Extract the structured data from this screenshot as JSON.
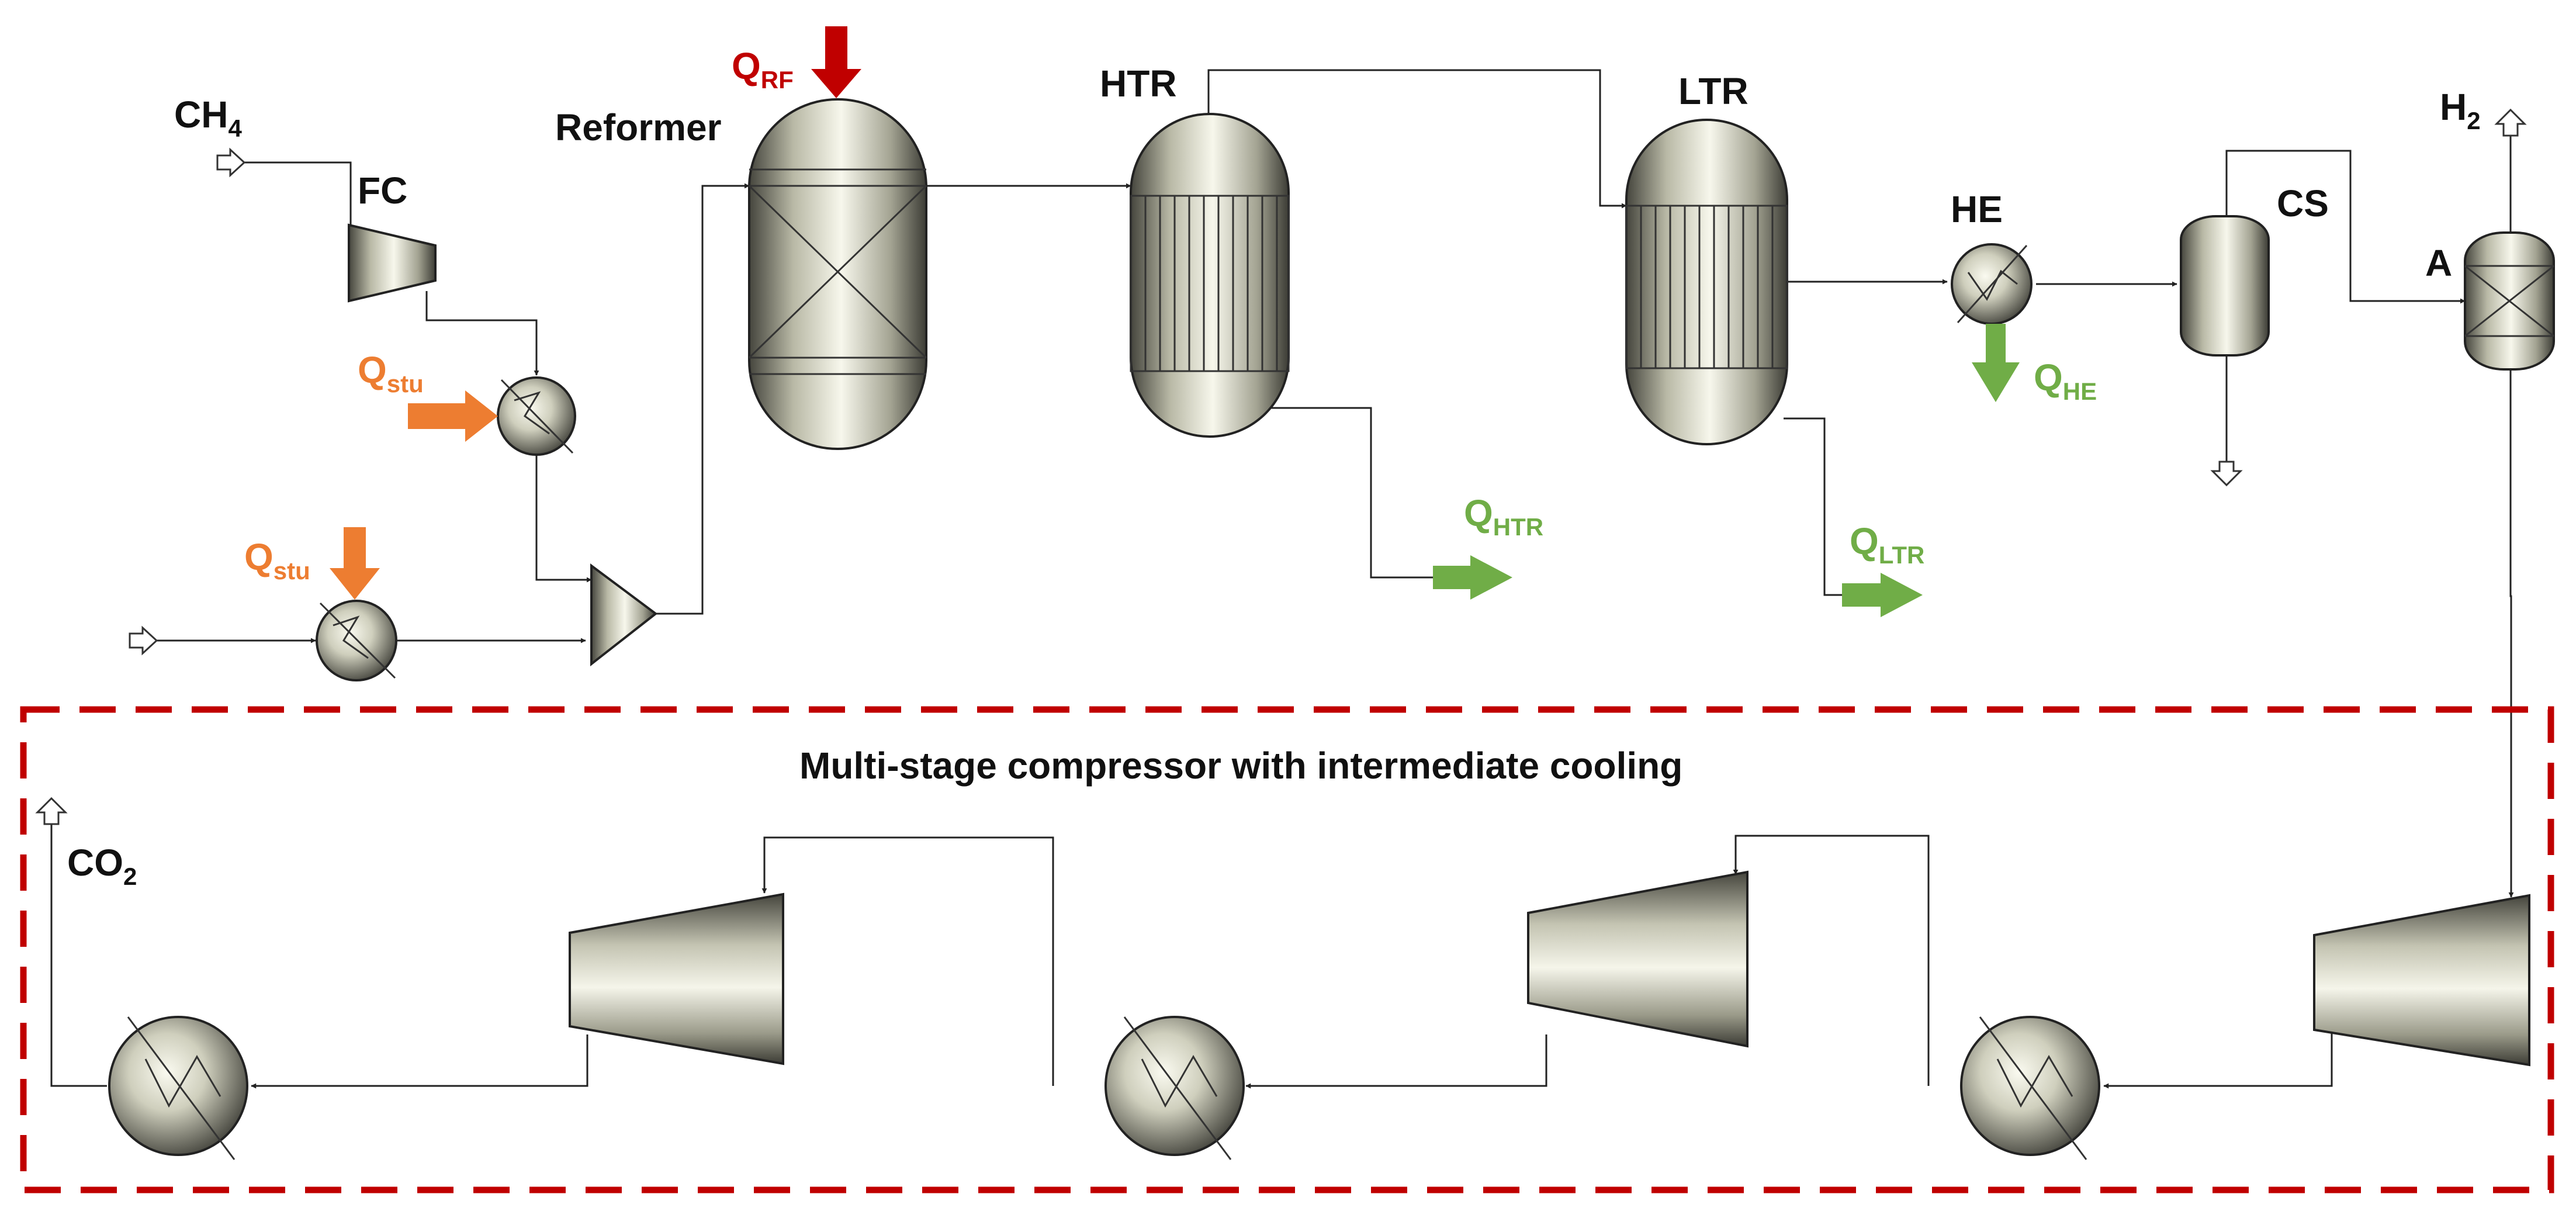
{
  "labels": {
    "ch4": "CH",
    "ch4_sub": "4",
    "fc": "FC",
    "reformer": "Reformer",
    "htr": "HTR",
    "ltr": "LTR",
    "he": "HE",
    "cs": "CS",
    "a": "A",
    "h2": "H",
    "h2_sub": "2",
    "co2": "CO",
    "co2_sub": "2",
    "box_title": "Multi-stage compressor with intermediate cooling"
  },
  "heat": {
    "q_rf": {
      "main": "Q",
      "sub": "RF"
    },
    "q_stu_top": {
      "main": "Q",
      "sub": "stu"
    },
    "q_stu_bottom": {
      "main": "Q",
      "sub": "stu"
    },
    "q_htr": {
      "main": "Q",
      "sub": "HTR"
    },
    "q_ltr": {
      "main": "Q",
      "sub": "LTR"
    },
    "q_he": {
      "main": "Q",
      "sub": "HE"
    }
  },
  "colors": {
    "heat_in_red": "#c00000",
    "heat_in_orange": "#ed7d31",
    "heat_out_green": "#70ad47",
    "box_border": "#c00000",
    "equipment_light": "#f2f2e6",
    "equipment_dark": "#4a4a42"
  },
  "icons": {
    "heat_arrow": "block-arrow",
    "feed_stream": "open-arrow",
    "product_stream": "open-arrow"
  }
}
